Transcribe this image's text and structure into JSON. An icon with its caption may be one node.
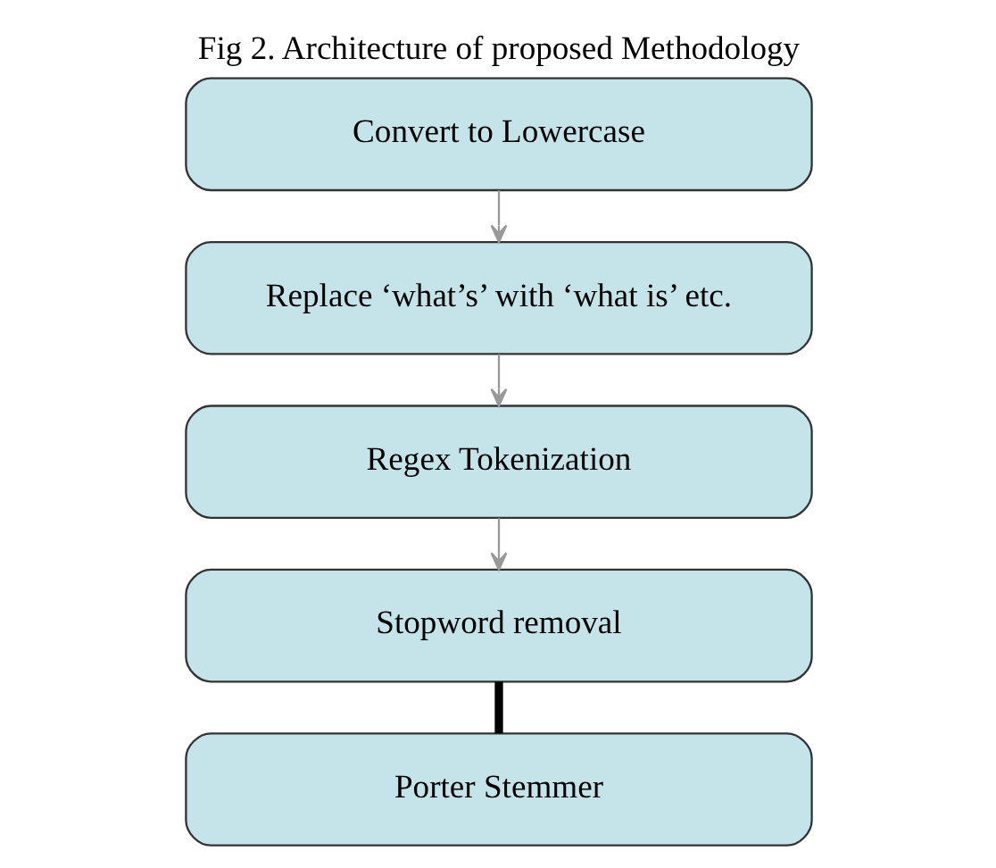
{
  "diagram": {
    "title": "Fig 2. Architecture of proposed Methodology",
    "nodes": [
      {
        "text": [
          "Convert to Lowercase"
        ]
      },
      {
        "text": [
          "Replace ‘what’s’ with ‘what is’ etc."
        ]
      },
      {
        "text": [
          "Regex Tokenization"
        ]
      },
      {
        "text": [
          "Stopword removal"
        ]
      },
      {
        "text": [
          "Porter Stemmer"
        ]
      }
    ],
    "edges": [
      {
        "from": 0,
        "to": 1,
        "arrow": "to"
      },
      {
        "from": 1,
        "to": 2,
        "arrow": "to"
      },
      {
        "from": 2,
        "to": 3,
        "arrow": "to"
      },
      {
        "from": 3,
        "to": 4,
        "arrow": "none",
        "style": "thick",
        "color": "#000000"
      }
    ]
  }
}
